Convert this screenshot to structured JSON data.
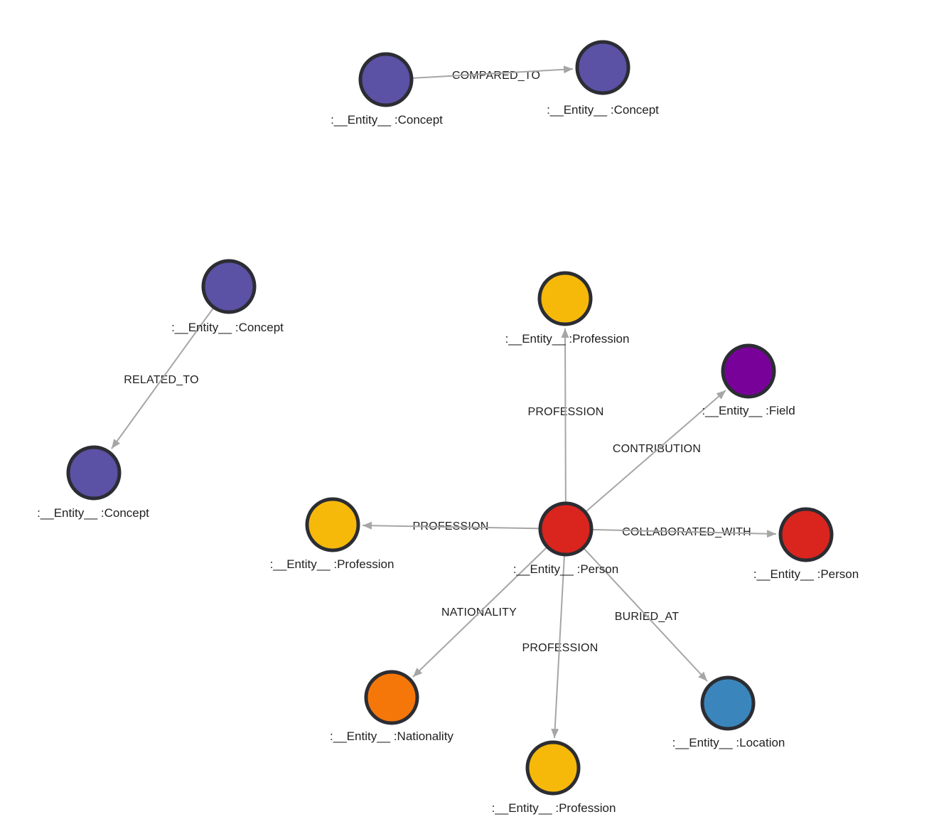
{
  "graph": {
    "background_color": "#ffffff",
    "edge_color": "#a6a6a6",
    "node_border_color": "#2b2d33",
    "caption_color": "#1f1f1f",
    "nodes": [
      {
        "id": "concept-a",
        "caption": ":__Entity__ :Concept",
        "type": "Concept",
        "color": "#5b51a5"
      },
      {
        "id": "concept-b",
        "caption": ":__Entity__ :Concept",
        "type": "Concept",
        "color": "#5b51a5"
      },
      {
        "id": "concept-c",
        "caption": ":__Entity__ :Concept",
        "type": "Concept",
        "color": "#5b51a5"
      },
      {
        "id": "concept-d",
        "caption": ":__Entity__ :Concept",
        "type": "Concept",
        "color": "#5b51a5"
      },
      {
        "id": "profession-top",
        "caption": ":__Entity__ :Profession",
        "type": "Profession",
        "color": "#f6b90a"
      },
      {
        "id": "field",
        "caption": ":__Entity__ :Field",
        "type": "Field",
        "color": "#780299"
      },
      {
        "id": "person-main",
        "caption": ":__Entity__ :Person",
        "type": "Person",
        "color": "#d9251d"
      },
      {
        "id": "person-b",
        "caption": ":__Entity__ :Person",
        "type": "Person",
        "color": "#d9251d"
      },
      {
        "id": "profession-left",
        "caption": ":__Entity__ :Profession",
        "type": "Profession",
        "color": "#f6b90a"
      },
      {
        "id": "nationality",
        "caption": ":__Entity__ :Nationality",
        "type": "Nationality",
        "color": "#f5770a"
      },
      {
        "id": "profession-bottom",
        "caption": ":__Entity__ :Profession",
        "type": "Profession",
        "color": "#f6b90a"
      },
      {
        "id": "location",
        "caption": ":__Entity__ :Location",
        "type": "Location",
        "color": "#3a86bc"
      }
    ],
    "edges": [
      {
        "label": "COMPARED_TO",
        "from": "concept-a",
        "to": "concept-b"
      },
      {
        "label": "RELATED_TO",
        "from": "concept-c",
        "to": "concept-d"
      },
      {
        "label": "PROFESSION",
        "from": "person-main",
        "to": "profession-top"
      },
      {
        "label": "CONTRIBUTION",
        "from": "person-main",
        "to": "field"
      },
      {
        "label": "COLLABORATED_WITH",
        "from": "person-main",
        "to": "person-b"
      },
      {
        "label": "PROFESSION",
        "from": "person-main",
        "to": "profession-left"
      },
      {
        "label": "NATIONALITY",
        "from": "person-main",
        "to": "nationality"
      },
      {
        "label": "PROFESSION",
        "from": "person-main",
        "to": "profession-bottom"
      },
      {
        "label": "BURIED_AT",
        "from": "person-main",
        "to": "location"
      }
    ]
  }
}
